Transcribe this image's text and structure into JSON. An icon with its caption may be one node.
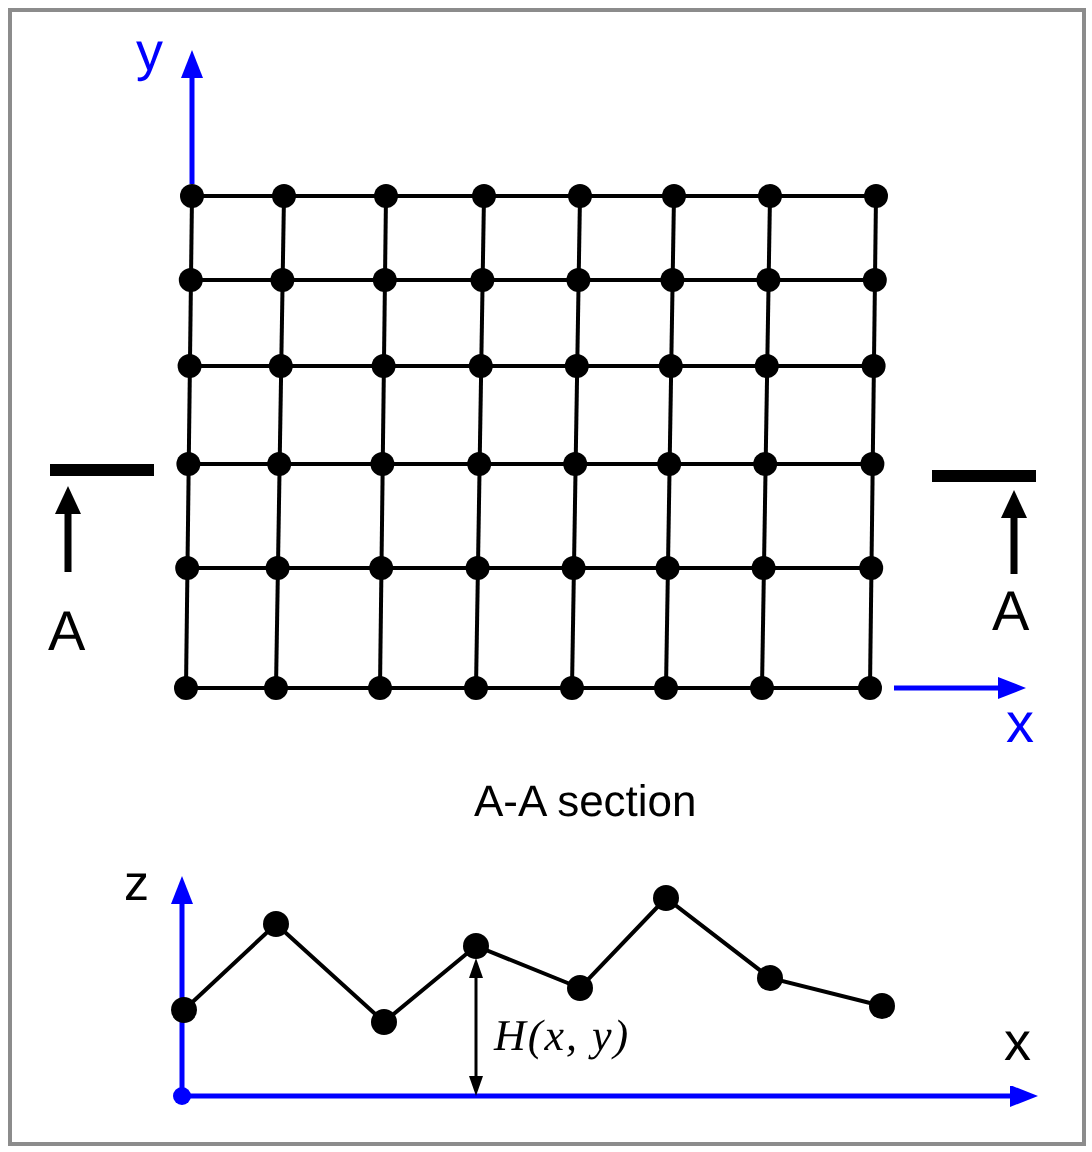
{
  "diagram": {
    "labels": [
      "y",
      "A",
      "A",
      "x",
      "A-A section",
      "z",
      "H(x, y)",
      "x"
    ]
  }
}
